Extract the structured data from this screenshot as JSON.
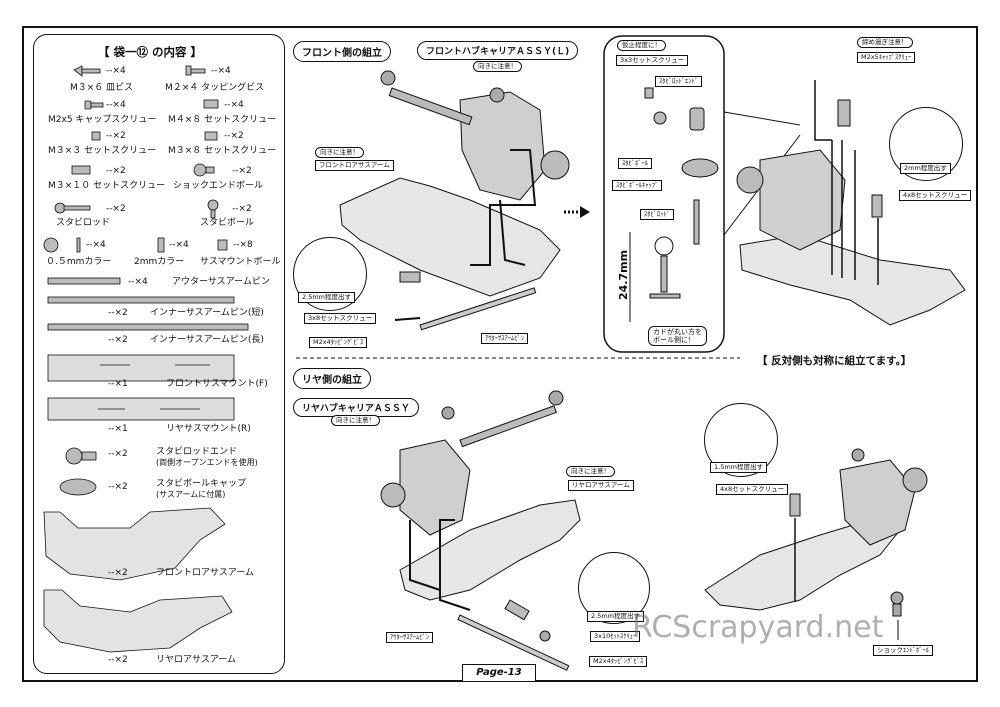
{
  "parts_list": {
    "title": "【 袋一⑫ の内容 】",
    "items": [
      {
        "name": "M３×６ 皿ビス",
        "qty": "--×4"
      },
      {
        "name": "M２×４ タッピングビス",
        "qty": "--×4"
      },
      {
        "name": "M2x5 キャップスクリュー",
        "qty": "--×4"
      },
      {
        "name": "M４×８ セットスクリュー",
        "qty": "--×4"
      },
      {
        "name": "M３×３ セットスクリュー",
        "qty": "--×2"
      },
      {
        "name": "M３×８ セットスクリュー",
        "qty": "--×2"
      },
      {
        "name": "M３×１０ セットスクリュー",
        "qty": "--×2"
      },
      {
        "name": "ショックエンドボール",
        "qty": "--×2"
      },
      {
        "name": "スタビロッド",
        "qty": "--×2"
      },
      {
        "name": "スタビボール",
        "qty": "--×2"
      },
      {
        "name": "０.５mmカラー",
        "qty": "--×4"
      },
      {
        "name": "2mmカラー",
        "qty": "--×4"
      },
      {
        "name": "サスマウントボール",
        "qty": "--×8"
      },
      {
        "name": "アウターサスアームピン",
        "qty": "--×4"
      },
      {
        "name": "インナーサスアームピン(短)",
        "qty": "--×2"
      },
      {
        "name": "インナーサスアームピン(長)",
        "qty": "--×2"
      },
      {
        "name": "フロントサスマウント(F)",
        "qty": "--×1"
      },
      {
        "name": "リヤサスマウント(R)",
        "qty": "--×1"
      },
      {
        "name": "スタビロッドエンド",
        "note": "(両側オープンエンドを使用)",
        "qty": "--×2"
      },
      {
        "name": "スタビボールキャップ",
        "note": "(サスアームに付属)",
        "qty": "--×2"
      },
      {
        "name": "フロントロアサスアーム",
        "qty": "--×2"
      },
      {
        "name": "リヤロアサスアーム",
        "qty": "--×2"
      }
    ]
  },
  "front": {
    "section_title": "フロント側の組立",
    "hub_title": "フロントハブキャリアＡＳＳＹ(Ｌ)",
    "direction_note_1": "向きに注意！",
    "direction_note_2": "向きに注意！",
    "lower_arm": "フロントロアサスアーム",
    "gap_note": "2.5mm程度出す",
    "set_screw": "3x8セットスクリュー",
    "tapping_screw": "M2x4ﾀｯﾋﾟﾝｸﾞﾋﾞｽ",
    "outer_pin": "ｱｳﾀｰｻｽｱｰﾑﾋﾟﾝ"
  },
  "stabi": {
    "temp_note": "仮止程度に！",
    "set_screw": "3x3セットスクリュー",
    "rod_end": "ｽﾀﾋﾞﾛｯﾄﾞｴﾝﾄﾞ",
    "ball": "ｽﾀﾋﾞﾎﾞｰﾙ",
    "ball_cap": "ｽﾀﾋﾞﾎﾞｰﾙｷｬｯﾌﾟ",
    "rod": "ｽﾀﾋﾞﾛｯﾄﾞ",
    "length": "24.7mm",
    "corner_note_1": "カドが丸い方を",
    "corner_note_2": "ボール側に！"
  },
  "front_right": {
    "tighten_note": "締め過ぎ注意！",
    "cap_screw": "M2x5ｷｬｯﾌﾟｽｸﾘｭｰ",
    "gap_note": "2mm程度出す",
    "set_screw": "4x8セットスクリュー"
  },
  "opposite_note": "【 反対側も対称に組立てます。】",
  "rear": {
    "section_title": "リヤ側の組立",
    "hub_title": "リヤハブキャリアＡＳＳＹ",
    "direction_note_1": "向きに注意！",
    "direction_note_2": "向きに注意！",
    "lower_arm": "リヤロアサスアーム",
    "outer_pin": "ｱｳﾀｰｻｽｱｰﾑﾋﾟﾝ",
    "gap_note": "2.5mm程度出す",
    "set_screw": "3x10ｾｯﾄｽｸﾘｭｰ",
    "tapping_screw": "M2x4ﾀｯﾋﾟﾝｸﾞﾋﾞｽ",
    "gap_note_right": "1.5mm程度出す",
    "set_screw_right": "4x8セットスクリュー",
    "shock_ball": "ショックｴﾝﾄﾞﾎﾞｰﾙ"
  },
  "page_label": "Page-13",
  "watermark": "RCScrapyard.net"
}
